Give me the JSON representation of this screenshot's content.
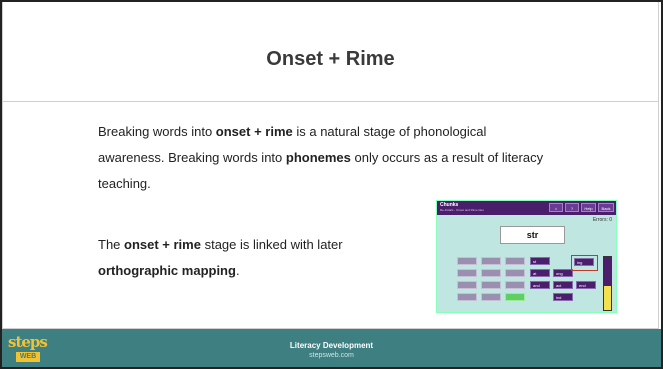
{
  "slide": {
    "title": "Onset + Rime",
    "para1": {
      "t1": "Breaking words into ",
      "b1": "onset + rime",
      "t2": " is a natural stage of phonological awareness.  Breaking words into ",
      "b2": "phonemes",
      "t3": " only occurs as a result of literacy teaching."
    },
    "para2": {
      "t1": "The ",
      "b1": "onset + rime",
      "t2": " stage is linked with later ",
      "b2": "orthographic mapping",
      "t3": "."
    }
  },
  "footer": {
    "title": "Literacy Development",
    "subtitle": "stepsweb.com",
    "logo_top": "steps",
    "logo_bottom": "WEB"
  },
  "app": {
    "name": "Chunks",
    "subtitle": "Re-Initials - Onset and Rime tiles",
    "buttons": [
      "⌂",
      "?",
      "Help",
      "Back"
    ],
    "errors_label": "Errors: 0",
    "word": "str",
    "meter_level": 0.45,
    "tiles": [
      "st",
      "ing",
      "at",
      "ong",
      "and",
      "act",
      "end",
      "ind"
    ],
    "accent_color": "#4a1e6b"
  }
}
